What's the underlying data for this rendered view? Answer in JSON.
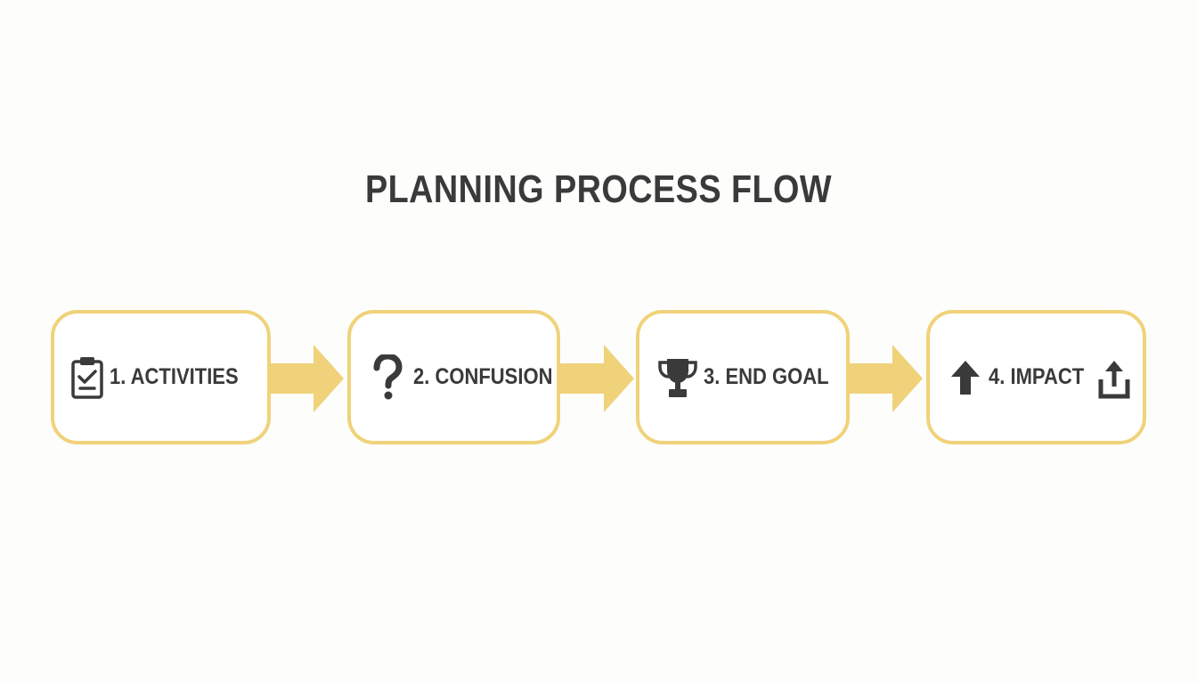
{
  "title": "PLANNING PROCESS FLOW",
  "colors": {
    "accent": "#f0d27a",
    "text": "#3a3a3a",
    "background": "#fdfdfc"
  },
  "steps": [
    {
      "label": "1. ACTIVITIES",
      "icon": "clipboard-check-icon"
    },
    {
      "label": "2. CONFUSION",
      "icon": "question-mark-icon"
    },
    {
      "label": "3. END GOAL",
      "icon": "trophy-icon"
    },
    {
      "label": "4. IMPACT",
      "icon": "arrow-up-icon",
      "trailing_icon": "share-upload-icon"
    }
  ]
}
